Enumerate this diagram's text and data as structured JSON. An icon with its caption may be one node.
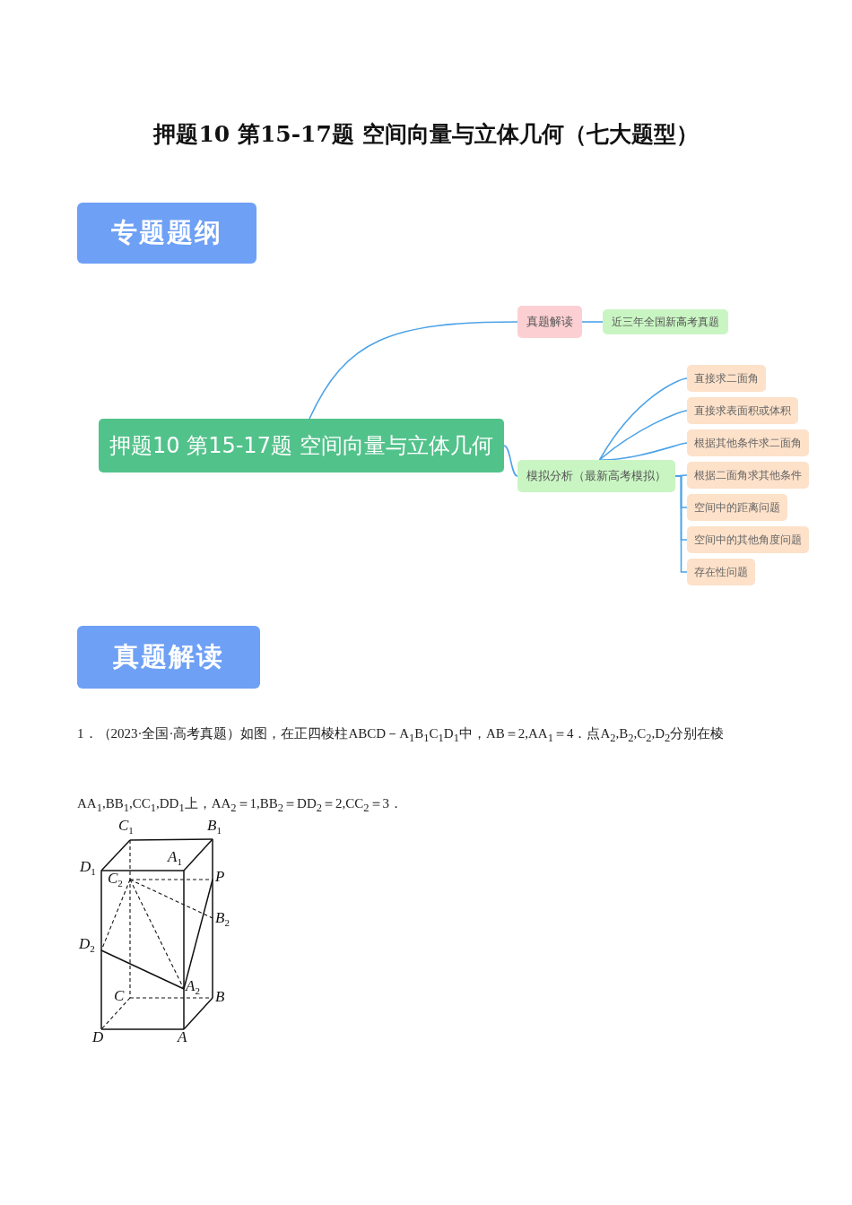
{
  "diagram": {
    "title": "押题10 第15-17题 空间向量与立体几何（七大题型）",
    "nodes": [
      {
        "text": [
          "专题题纲"
        ]
      },
      {
        "text": [
          "押题10 第15-17题 空间向量与立体几何"
        ]
      },
      {
        "text": [
          "真题解读"
        ]
      },
      {
        "text": [
          "近三年全国新高考真题"
        ]
      },
      {
        "text": [
          "模拟分析（最新高考模拟）"
        ]
      },
      {
        "text": [
          "直接求二面角"
        ]
      },
      {
        "text": [
          "直接求表面积或体积"
        ]
      },
      {
        "text": [
          "根据其他条件求二面角"
        ]
      },
      {
        "text": [
          "根据二面角求其他条件"
        ]
      },
      {
        "text": [
          "空间中的距离问题"
        ]
      },
      {
        "text": [
          "空间中的其他角度问题"
        ]
      },
      {
        "text": [
          "存在性问题"
        ]
      },
      {
        "text": [
          "真题解读"
        ]
      }
    ],
    "edges": [
      {
        "from": 1,
        "to": 2,
        "arrow": "none"
      },
      {
        "from": 2,
        "to": 3,
        "arrow": "none"
      },
      {
        "from": 1,
        "to": 4,
        "arrow": "none"
      },
      {
        "from": 4,
        "to": 5,
        "arrow": "none"
      },
      {
        "from": 4,
        "to": 6,
        "arrow": "none"
      },
      {
        "from": 4,
        "to": 7,
        "arrow": "none"
      },
      {
        "from": 4,
        "to": 8,
        "arrow": "none"
      },
      {
        "from": 4,
        "to": 9,
        "arrow": "none"
      },
      {
        "from": 4,
        "to": 10,
        "arrow": "none"
      },
      {
        "from": 4,
        "to": 11,
        "arrow": "none"
      }
    ],
    "labels": [
      "1．（2023·全国·高考真题）如图，在正四棱柱ABCD－A$_{1}$B$_{1}$C$_{1}$D$_{1}$中，AB＝2,AA$_{1}$＝4．点A$_{2}$,B$_{2}$,C$_{2}$,D$_{2}$分别在棱AA$_{1}$,BB$_{1}$,CC$_{1}$,DD$_{1}$上，AA$_{2}$＝1,BB$_{2}$＝DD$_{2}$＝2,CC$_{2}$＝3．",
      "*C*$_{1}$",
      "*B*$_{1}$",
      "*A*$_{1}$",
      "*D*$_{1}$",
      "*C*$_{2}$",
      "*P*",
      "*B*$_{2}$",
      "*D*$_{2}$",
      "*A*$_{2}$",
      "*C*",
      "*B*",
      "*D*",
      "*A*"
    ]
  }
}
